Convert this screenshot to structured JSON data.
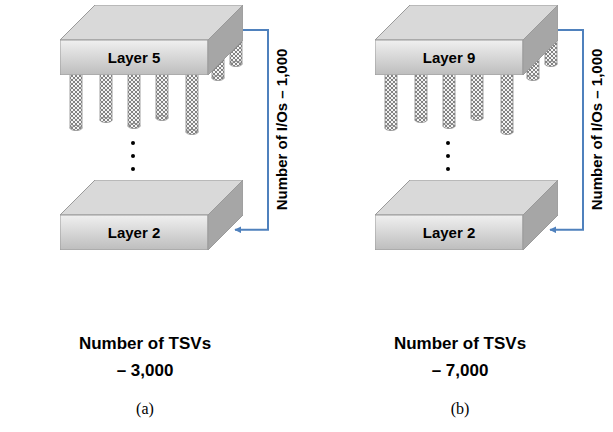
{
  "diagram": {
    "nodes": [
      {
        "text": [
          "Layer 5"
        ]
      },
      {
        "text": [
          "Layer 2"
        ]
      },
      {
        "text": [
          "Layer 9"
        ]
      },
      {
        "text": [
          "Layer 2"
        ]
      }
    ],
    "edges": [
      {
        "from": 0,
        "to": 1,
        "arrow": "both",
        "label": "Number of I/Os – 1,000"
      },
      {
        "from": 2,
        "to": 3,
        "arrow": "both",
        "label": "Number of I/Os – 1,000"
      }
    ],
    "labels": [
      "Number of TSVs – 3,000",
      "(a)",
      "Number of TSVs – 7,000",
      "(b)"
    ]
  }
}
